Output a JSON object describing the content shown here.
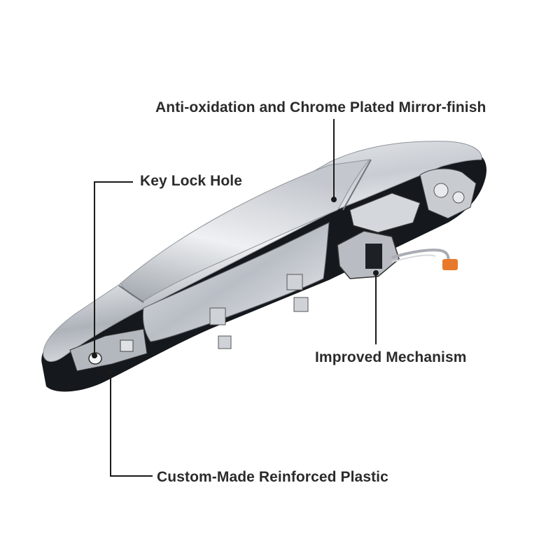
{
  "callouts": {
    "chrome_finish": "Anti-oxidation and Chrome Plated Mirror-finish",
    "key_lock_hole": "Key Lock Hole",
    "improved_mechanism": "Improved Mechanism",
    "reinforced_plastic": "Custom-Made Reinforced Plastic"
  },
  "colors": {
    "background": "#ffffff",
    "text": "#2b2b2b",
    "leader_line": "#1a1a1a",
    "chrome": "#d9dde2",
    "plastic": "#15181c",
    "connector": "#e8792a"
  }
}
